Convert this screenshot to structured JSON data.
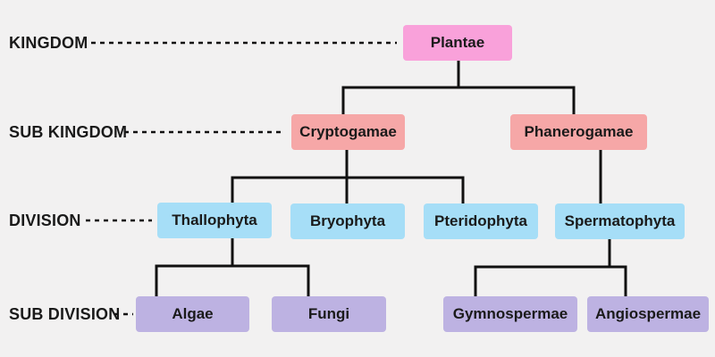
{
  "diagram": {
    "type": "tree",
    "subject": "Plant kingdom classification",
    "row_labels": [
      {
        "label": "KINGDOM"
      },
      {
        "label": "SUB KINGDOM"
      },
      {
        "label": "DIVISION"
      },
      {
        "label": "SUB DIVISION"
      }
    ],
    "nodes": {
      "plantae": "Plantae",
      "cryptogamae": "Cryptogamae",
      "phanerogamae": "Phanerogamae",
      "thallophyta": "Thallophyta",
      "bryophyta": "Bryophyta",
      "pteridophyta": "Pteridophyta",
      "spermatophyta": "Spermatophyta",
      "algae": "Algae",
      "fungi": "Fungi",
      "gymnospermae": "Gymnospermae",
      "angiospermae": "Angiospermae"
    },
    "hierarchy": {
      "Plantae": [
        "Cryptogamae",
        "Phanerogamae"
      ],
      "Cryptogamae": [
        "Thallophyta",
        "Bryophyta",
        "Pteridophyta"
      ],
      "Phanerogamae": [
        "Spermatophyta"
      ],
      "Thallophyta": [
        "Algae",
        "Fungi"
      ],
      "Spermatophyta": [
        "Gymnospermae",
        "Angiospermae"
      ]
    },
    "colors": {
      "background": "#f2f1f1",
      "kingdom_box": "#f9a1da",
      "sub_kingdom_box": "#f6a7a7",
      "division_box": "#a6def7",
      "sub_division_box": "#bdb2e2",
      "line": "#111111",
      "text": "#1a1a1a"
    }
  }
}
